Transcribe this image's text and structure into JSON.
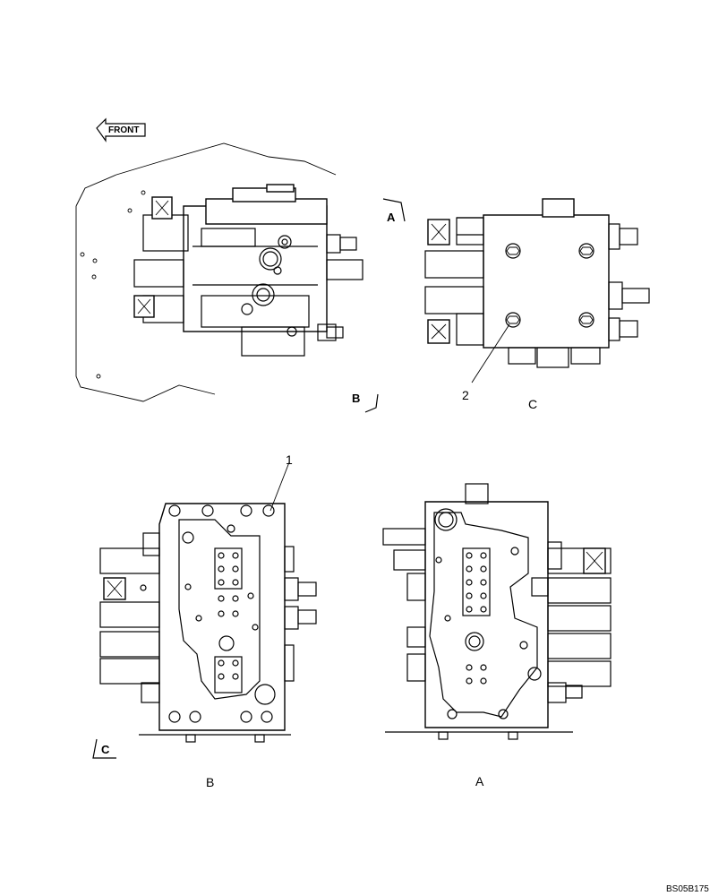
{
  "front_arrow": {
    "label": "FRONT"
  },
  "view_markers": {
    "a": "A",
    "b": "B",
    "c": "C"
  },
  "view_captions": {
    "b": "B",
    "a": "A",
    "c": "C"
  },
  "callouts": {
    "one": "1",
    "two": "2"
  },
  "drawing_code": "BS05B175"
}
